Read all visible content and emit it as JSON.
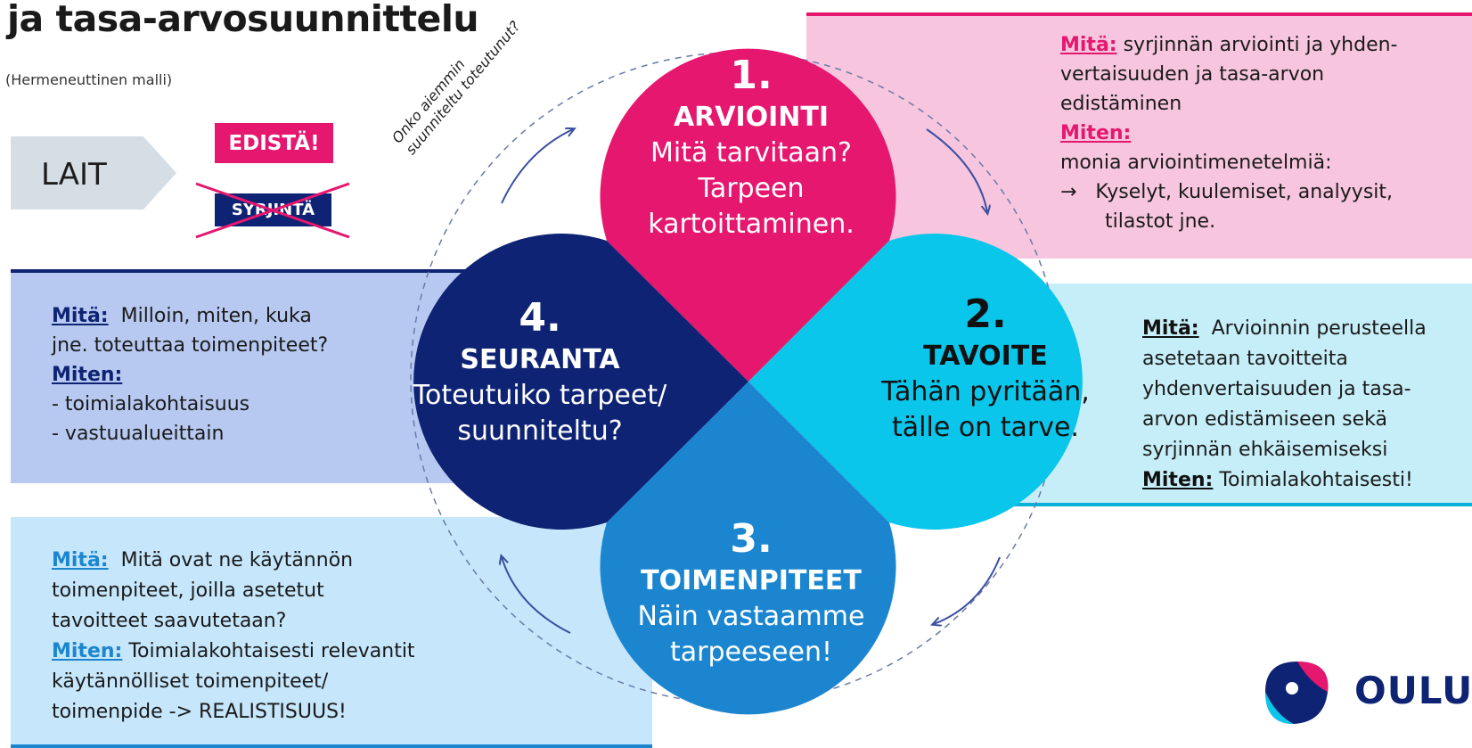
{
  "header": {
    "title": "ja tasa-arvosuunnittelu",
    "subtitle": "(Hermeneuttinen malli)"
  },
  "laws": {
    "arrow_label": "LAIT",
    "promote_label": "EDISTÄ!",
    "discrimination_label": "SYRJINTÄ"
  },
  "cycle_note": {
    "line1": "Onko aiemmin",
    "line2": "suunniteltu toteutunut?"
  },
  "colors": {
    "pink": "#e5176f",
    "cyan": "#0ac6eb",
    "blue": "#1b86cf",
    "navy": "#0e2373"
  },
  "petals": [
    {
      "number": "1.",
      "heading": "ARVIOINTI",
      "lines": [
        "Mitä tarvitaan?",
        "Tarpeen",
        "kartoittaminen."
      ]
    },
    {
      "number": "2.",
      "heading": "TAVOITE",
      "lines": [
        "Tähän pyritään,",
        "tälle on tarve."
      ]
    },
    {
      "number": "3.",
      "heading": "TOIMENPITEET",
      "lines": [
        "Näin vastaamme",
        "tarpeeseen!"
      ]
    },
    {
      "number": "4.",
      "heading": "SEURANTA",
      "lines": [
        "Toteutuiko tarpeet/",
        "suunniteltu?"
      ]
    }
  ],
  "panels": {
    "arviointi": {
      "what_label": "Mitä:",
      "what_line1": "syrjinnän arviointi ja yhden-",
      "what_line2": "vertaisuuden ja tasa-arvon",
      "what_line3": "edistäminen",
      "how_label": "Miten:",
      "how_line1": "monia arviointimenetelmiä:",
      "bullet_arrow": "→",
      "bullet_line1": "Kyselyt, kuulemiset, analyysit,",
      "bullet_line2": "tilastot jne."
    },
    "tavoite": {
      "what_label": "Mitä:",
      "what_line1": "Arvioinnin perusteella",
      "what_line2": "asetetaan tavoitteita",
      "what_line3": "yhdenvertaisuuden ja tasa-",
      "what_line4": "arvon edistämiseen sekä",
      "what_line5": "syrjinnän ehkäisemiseksi",
      "how_label": "Miten:",
      "how_text": "Toimialakohtaisesti!"
    },
    "seuranta": {
      "what_label": "Mitä:",
      "what_line1": "Milloin, miten, kuka",
      "what_line2": "jne. toteuttaa toimenpiteet?",
      "how_label": "Miten:",
      "item1": "- toimialakohtaisuus",
      "item2": "- vastuualueittain"
    },
    "toimenpiteet": {
      "what_label": "Mitä:",
      "what_line1": "Mitä ovat ne käytännön",
      "what_line2": "toimenpiteet, joilla asetetut",
      "what_line3": "tavoitteet saavutetaan?",
      "how_label": "Miten:",
      "how_line1": "Toimialakohtaisesti relevantit",
      "how_line2": "käytännölliset toimenpiteet/",
      "how_line3": "toimenpide -> REALISTISUUS!"
    }
  },
  "logo": {
    "text": "OULU"
  }
}
